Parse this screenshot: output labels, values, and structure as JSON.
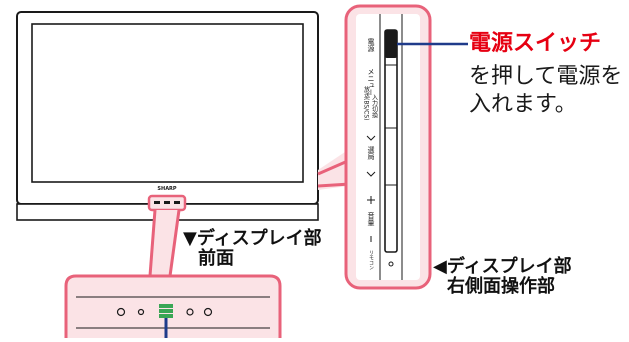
{
  "colors": {
    "pink": "#e8627a",
    "panel_fill": "#fbe3e6",
    "blue_line": "#1f3b8a",
    "red_title": "#e60012",
    "dark": "#1a1a1a"
  },
  "tv": {
    "brand": "SHARP"
  },
  "side_panel": {
    "labels": [
      "電源",
      "メニュー",
      "放送(BS/CS)",
      "入力切換",
      "選局",
      "音量",
      "リモコン"
    ]
  },
  "callout": {
    "title": "電源スイッチ",
    "line1": "を押して電源を",
    "line2": "入れます。"
  },
  "front_label": {
    "line1": "▼ディスプレイ部",
    "line2": "前面"
  },
  "side_label": {
    "line1": "◀ディスプレイ部",
    "line2": "右側面操作部"
  }
}
